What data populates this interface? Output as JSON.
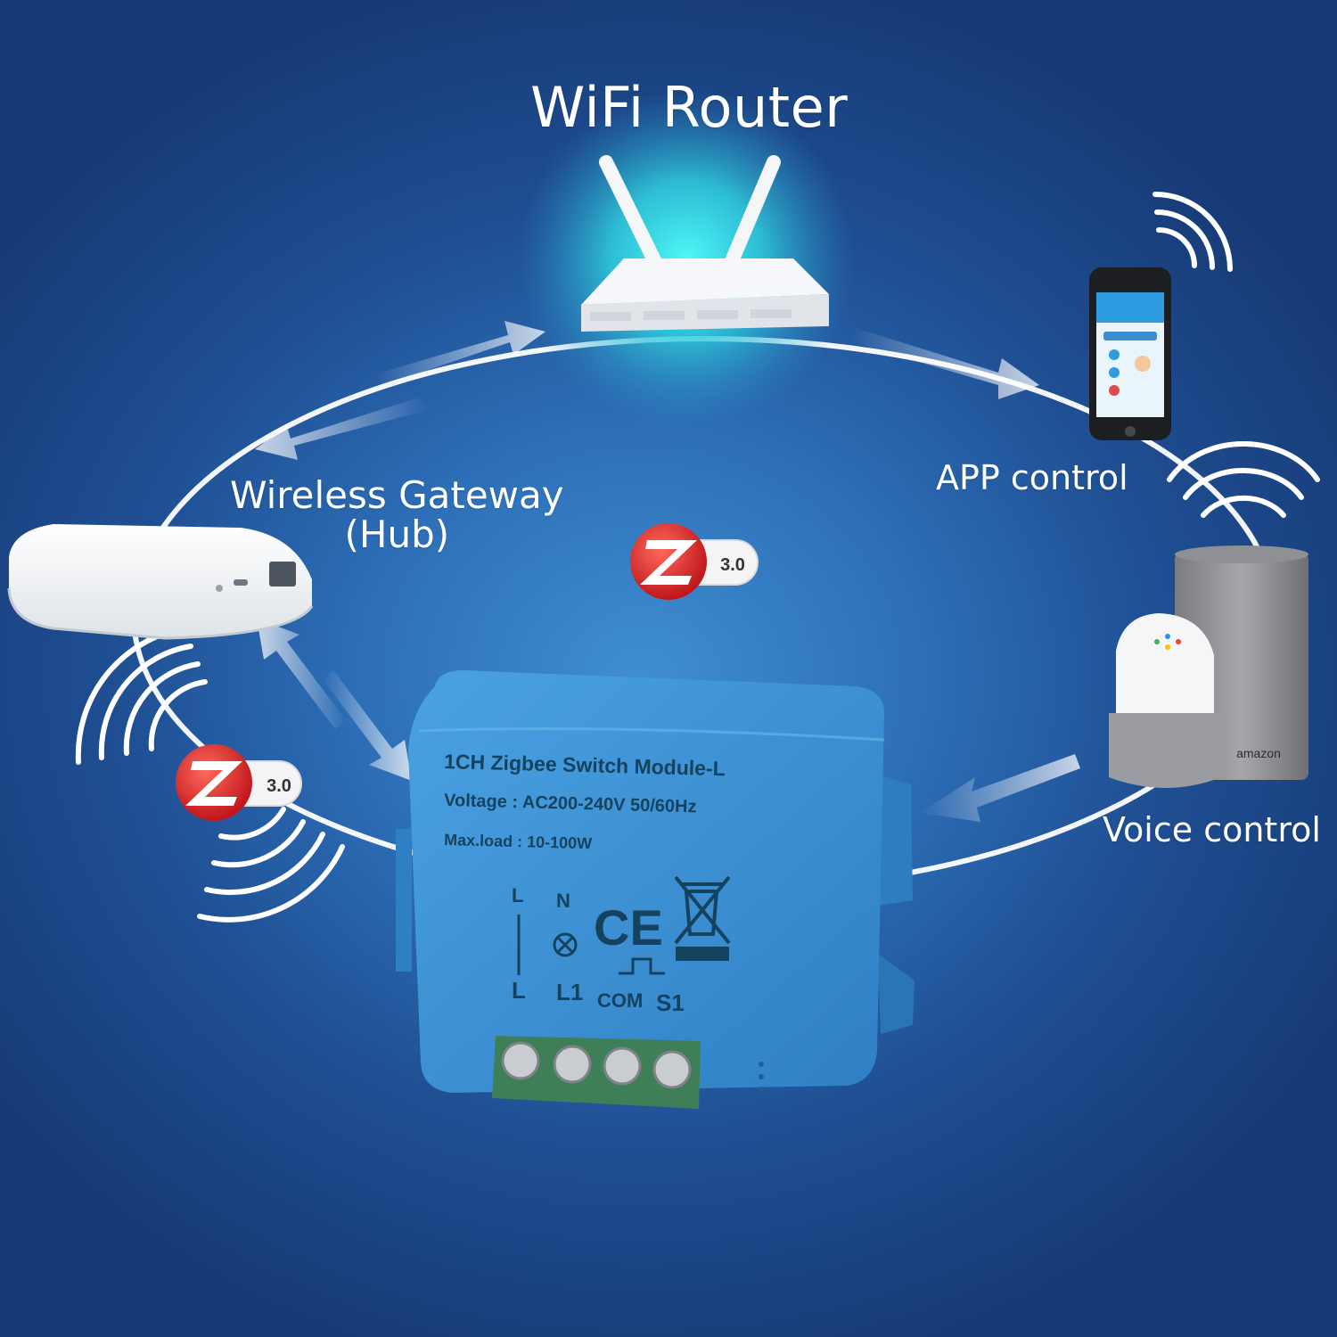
{
  "labels": {
    "router": "WiFi Router",
    "gateway_line1": "Wireless Gateway",
    "gateway_line2": "(Hub)",
    "app": "APP control",
    "voice": "Voice control"
  },
  "zigbee_badge": {
    "version": "3.0"
  },
  "module": {
    "title": "1CH Zigbee Switch Module-L",
    "voltage": "Voltage : AC200-240V 50/60Hz",
    "max_load": "Max.load : 10-100W",
    "terminal_L_top": "L",
    "terminal_N": "N",
    "terminal_L": "L",
    "terminal_L1": "L1",
    "terminal_COM": "COM",
    "terminal_S1": "S1",
    "ce_mark": "CE"
  },
  "speaker_brand": "amazon",
  "colors": {
    "background": "#2d6fb8",
    "module_blue": "#3f93d6",
    "terminal_green": "#3f7f57",
    "zigbee_red": "#e0262a",
    "router_glow": "#33e0e8"
  }
}
